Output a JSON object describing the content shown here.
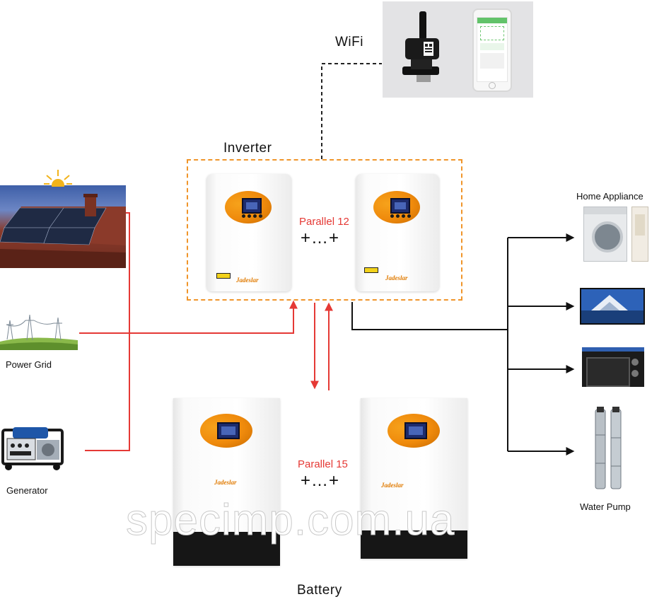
{
  "title": {
    "wifi": "WiFi",
    "inverter": "Inverter",
    "battery": "Battery"
  },
  "inverters": {
    "parallel_label": "Parallel 12",
    "sequence": "+…+",
    "brand": "Jadeslar"
  },
  "batteries": {
    "parallel_label": "Parallel 15",
    "sequence": "+…+",
    "brand": "Jadeslar"
  },
  "sources": {
    "solar": "",
    "power_grid": "Power Grid",
    "generator": "Generator"
  },
  "loads": {
    "home_appliance": "Home Appliance",
    "tv": "",
    "oven": "",
    "water_pump": "Water Pump"
  },
  "watermark": "specimp.com.ua",
  "colors": {
    "ac_line": "#e53935",
    "dc_line": "#111111",
    "frame": "#f0952a",
    "brand_orange": "#ef8a0c"
  }
}
